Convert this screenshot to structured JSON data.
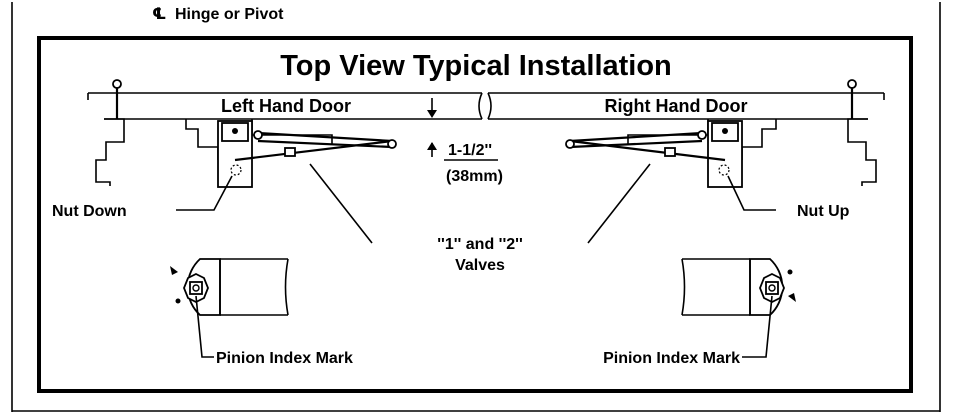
{
  "header": {
    "symbol": "℄",
    "text": "Hinge or Pivot"
  },
  "title": "Top View Typical Installation",
  "doors": {
    "left": "Left Hand Door",
    "right": "Right Hand Door"
  },
  "dimension": {
    "imperial": "1-1/2''",
    "metric": "(38mm)"
  },
  "callouts": {
    "nut_down": "Nut Down",
    "nut_up": "Nut Up",
    "valves_line1": "''1'' and ''2''",
    "valves_line2": "Valves",
    "pinion_left": "Pinion Index Mark",
    "pinion_right": "Pinion Index Mark"
  },
  "colors": {
    "ink": "#000000",
    "paper": "#ffffff"
  }
}
